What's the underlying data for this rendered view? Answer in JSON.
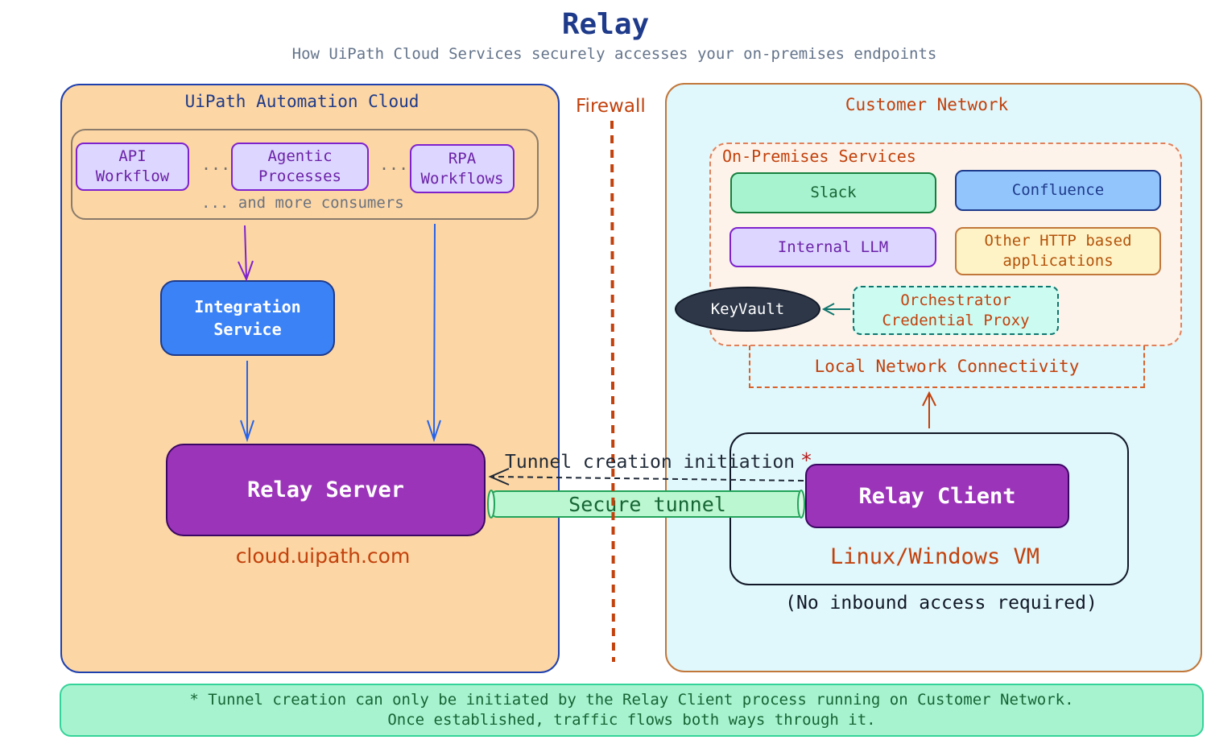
{
  "title": "Relay",
  "subtitle": "How UiPath Cloud Services securely accesses your on-premises endpoints",
  "cloud": {
    "label": "UiPath Automation Cloud",
    "consumers": {
      "api": "API\nWorkflow",
      "agentic": "Agentic\nProcesses",
      "rpa": "RPA\nWorkflows",
      "ellipsis": "...",
      "more": "... and more consumers"
    },
    "integration_service": "Integration\nService",
    "relay_server": "Relay Server",
    "domain": "cloud.uipath.com"
  },
  "firewall": {
    "label": "Firewall"
  },
  "customer": {
    "label": "Customer Network",
    "onprem": {
      "label": "On-Premises Services",
      "slack": "Slack",
      "confluence": "Confluence",
      "internal_llm": "Internal LLM",
      "other_http": "Other HTTP based\napplications",
      "keyvault": "KeyVault",
      "orchestrator_proxy": "Orchestrator\nCredential Proxy"
    },
    "local_network": "Local Network Connectivity",
    "relay_client": "Relay Client",
    "vm_label": "Linux/Windows VM",
    "no_inbound": "(No inbound access required)"
  },
  "tunnel": {
    "initiation": "Tunnel creation initiation",
    "asterisk": "*",
    "secure": "Secure tunnel"
  },
  "footer": {
    "line1": "* Tunnel creation can only be initiated by the Relay Client process running on Customer Network.",
    "line2": "Once established, traffic flows both ways through it."
  },
  "colors": {
    "cloud_bg": "#fcd6a4",
    "customer_bg": "#e0f7fb",
    "relay_purple": "#9b34b8",
    "integration_blue": "#3b82f6",
    "firewall_orange": "#c2410c",
    "tunnel_green": "#bbf7d0"
  }
}
